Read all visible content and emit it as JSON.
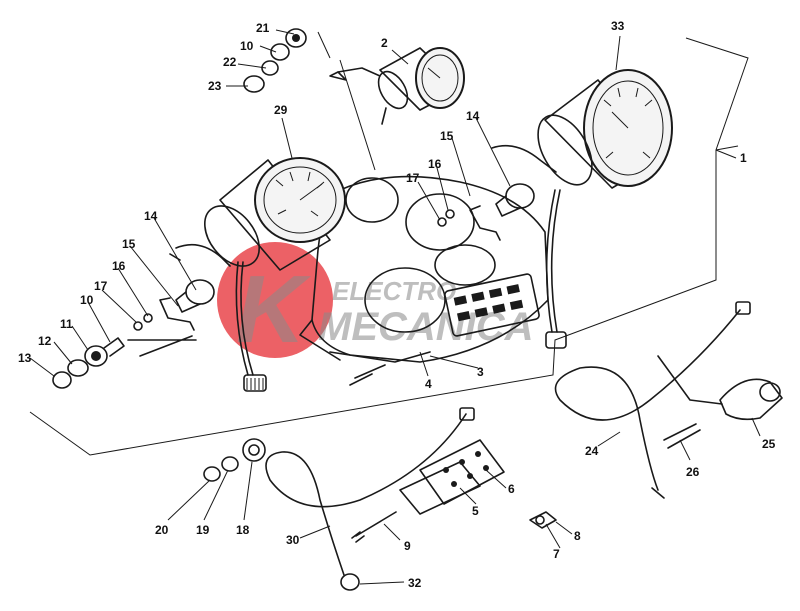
{
  "watermark": {
    "line1": "ELECTRO",
    "line2": "MECANICA",
    "logo_letter": "K",
    "accent_color": "#e5242b",
    "gray_color": "#8a8a8a"
  },
  "parts": [
    {
      "key": "p1",
      "label": "1"
    },
    {
      "key": "p2",
      "label": "2"
    },
    {
      "key": "p3",
      "label": "3"
    },
    {
      "key": "p4",
      "label": "4"
    },
    {
      "key": "p5",
      "label": "5"
    },
    {
      "key": "p6",
      "label": "6"
    },
    {
      "key": "p7",
      "label": "7"
    },
    {
      "key": "p8",
      "label": "8"
    },
    {
      "key": "p9",
      "label": "9"
    },
    {
      "key": "p10a",
      "label": "10"
    },
    {
      "key": "p10b",
      "label": "10"
    },
    {
      "key": "p11",
      "label": "11"
    },
    {
      "key": "p12",
      "label": "12"
    },
    {
      "key": "p13",
      "label": "13"
    },
    {
      "key": "p14a",
      "label": "14"
    },
    {
      "key": "p14b",
      "label": "14"
    },
    {
      "key": "p15a",
      "label": "15"
    },
    {
      "key": "p15b",
      "label": "15"
    },
    {
      "key": "p16a",
      "label": "16"
    },
    {
      "key": "p16b",
      "label": "16"
    },
    {
      "key": "p17a",
      "label": "17"
    },
    {
      "key": "p17b",
      "label": "17"
    },
    {
      "key": "p18",
      "label": "18"
    },
    {
      "key": "p19",
      "label": "19"
    },
    {
      "key": "p20",
      "label": "20"
    },
    {
      "key": "p21",
      "label": "21"
    },
    {
      "key": "p22",
      "label": "22"
    },
    {
      "key": "p23",
      "label": "23"
    },
    {
      "key": "p24",
      "label": "24"
    },
    {
      "key": "p25",
      "label": "25"
    },
    {
      "key": "p26",
      "label": "26"
    },
    {
      "key": "p29",
      "label": "29"
    },
    {
      "key": "p30",
      "label": "30"
    },
    {
      "key": "p32",
      "label": "32"
    },
    {
      "key": "p33",
      "label": "33"
    }
  ]
}
